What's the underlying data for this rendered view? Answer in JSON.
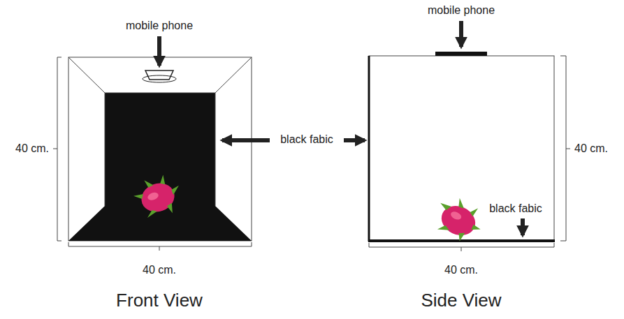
{
  "diagram": {
    "labels": [
      "mobile phone",
      "mobile phone",
      "40 cm.",
      "black fabic",
      "40 cm.",
      "black fabic",
      "40 cm.",
      "40 cm.",
      "Front View",
      "Side View"
    ]
  }
}
